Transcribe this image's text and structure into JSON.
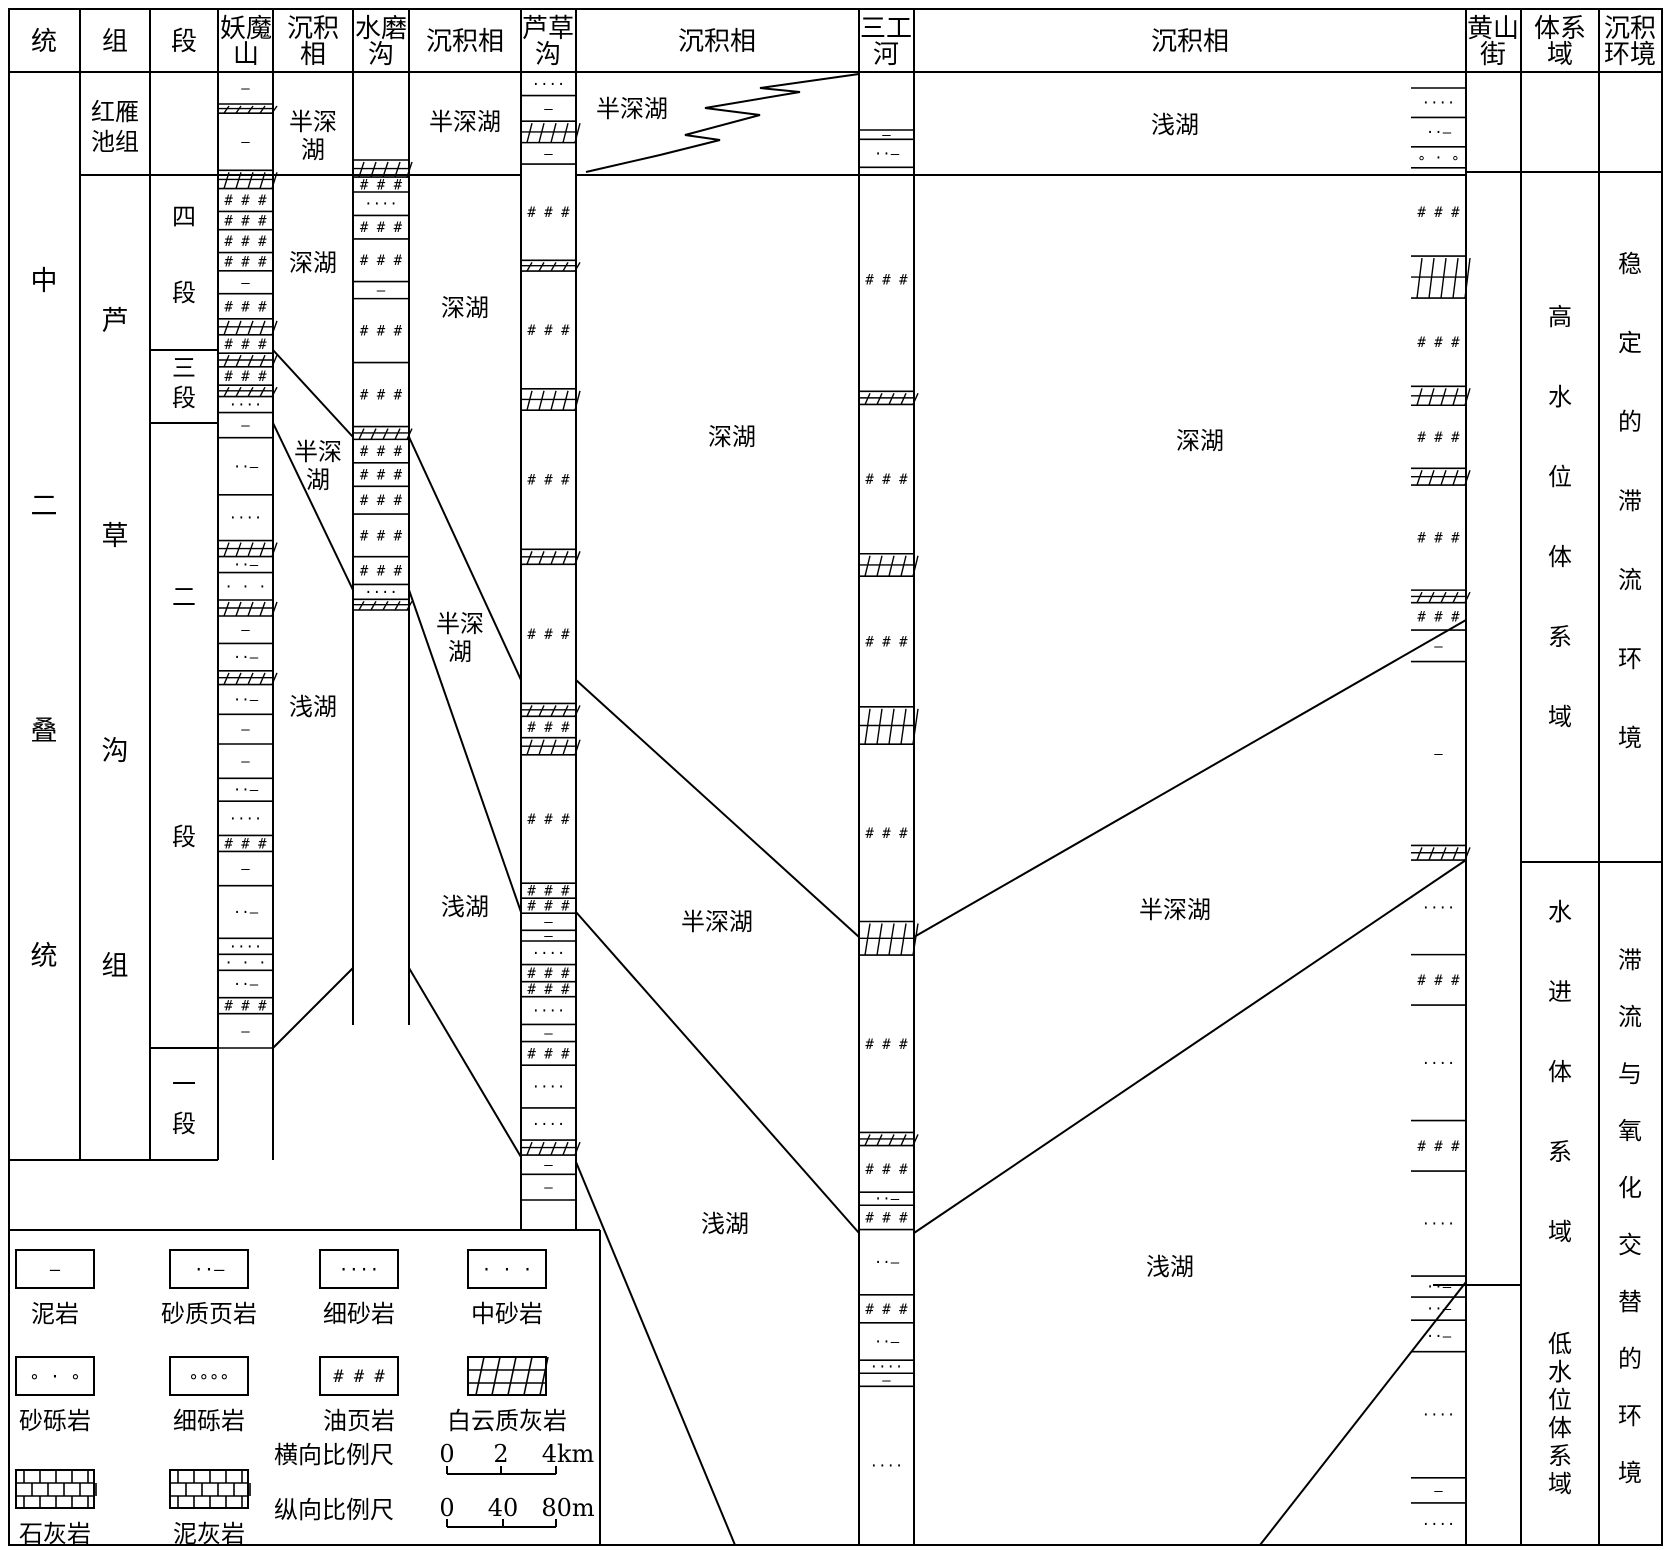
{
  "headers": {
    "tong": "统",
    "zu": "组",
    "duan": "段",
    "yaomoshan": "妖魔山",
    "facies1": "沉积相",
    "shuimogou": "水磨沟",
    "facies2": "沉积相",
    "lucaogou": "芦草沟",
    "facies3": "沉积相",
    "sangonghe": "三工河",
    "facies4": "沉积相",
    "huangshanjie": "黄山街",
    "system_tract": "体系域",
    "environment": "沉积环境"
  },
  "series_name": "中二叠统",
  "formations": {
    "hongyanchi": "红雁池组",
    "lucaogou": "芦草沟组"
  },
  "members": {
    "m4": "四段",
    "m3": "三段",
    "m2": "二段",
    "m1": "一段"
  },
  "facies": {
    "ban_shen_hu": "半深湖",
    "shen_hu": "深湖",
    "qian_hu": "浅湖"
  },
  "system_tracts": {
    "hst": "高水位体系域",
    "tst": "水进体系域",
    "lst": "低水位体系域"
  },
  "environments": {
    "stable": "稳定的滞流环境",
    "alternating": "滞流与氧化交替的环境"
  },
  "legend": [
    {
      "label": "泥岩",
      "symbol": "—"
    },
    {
      "label": "砂质页岩",
      "symbol": "··—"
    },
    {
      "label": "细砂岩",
      "symbol": "····"
    },
    {
      "label": "中砂岩",
      "symbol": "· · ·"
    },
    {
      "label": "砂砾岩",
      "symbol": "∘ · ∘"
    },
    {
      "label": "细砾岩",
      "symbol": "∘∘∘∘"
    },
    {
      "label": "油页岩",
      "symbol": "# # #"
    },
    {
      "label": "白云质灰岩",
      "symbol": ""
    },
    {
      "label": "石灰岩",
      "symbol": ""
    },
    {
      "label": "泥灰岩",
      "symbol": ""
    }
  ],
  "scales": {
    "horizontal_label": "横向比例尺",
    "horizontal_ticks": [
      "0",
      "2",
      "4km"
    ],
    "vertical_label": "纵向比例尺",
    "vertical_ticks": [
      "0",
      "40",
      "80m"
    ]
  }
}
